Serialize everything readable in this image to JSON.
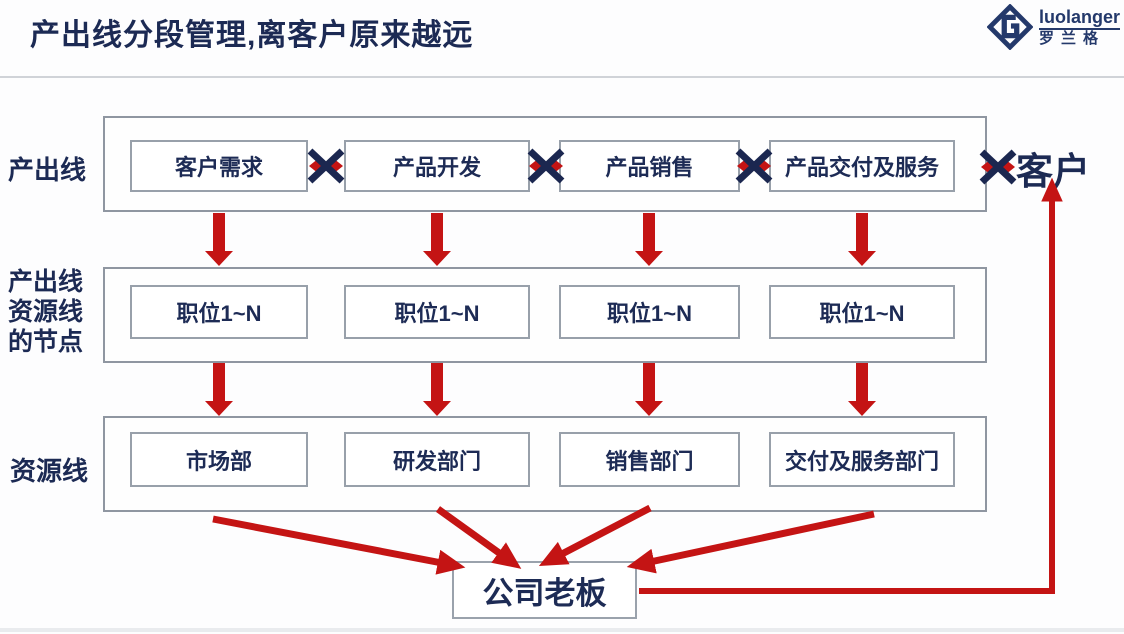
{
  "title": "产出线分段管理,离客户原来越远",
  "logo": {
    "wordmark": "luolanger",
    "chinese": "罗兰格"
  },
  "left_labels": {
    "output_line": "产出线",
    "node_line_1": "产出线",
    "node_line_2": "资源线",
    "node_line_3": "的节点",
    "resource_line": "资源线"
  },
  "rows": {
    "output": {
      "boxes": [
        "客户需求",
        "产品开发",
        "产品销售",
        "产品交付及服务"
      ]
    },
    "positions": {
      "boxes": [
        "职位1~N",
        "职位1~N",
        "职位1~N",
        "职位1~N"
      ]
    },
    "departments": {
      "boxes": [
        "市场部",
        "研发部门",
        "销售部门",
        "交付及服务部门"
      ]
    }
  },
  "customer_label": "客户",
  "boss_label": "公司老板",
  "colors": {
    "accent_red": "#c41414",
    "navy": "#1c2a54",
    "box_border": "#98a0aa"
  }
}
